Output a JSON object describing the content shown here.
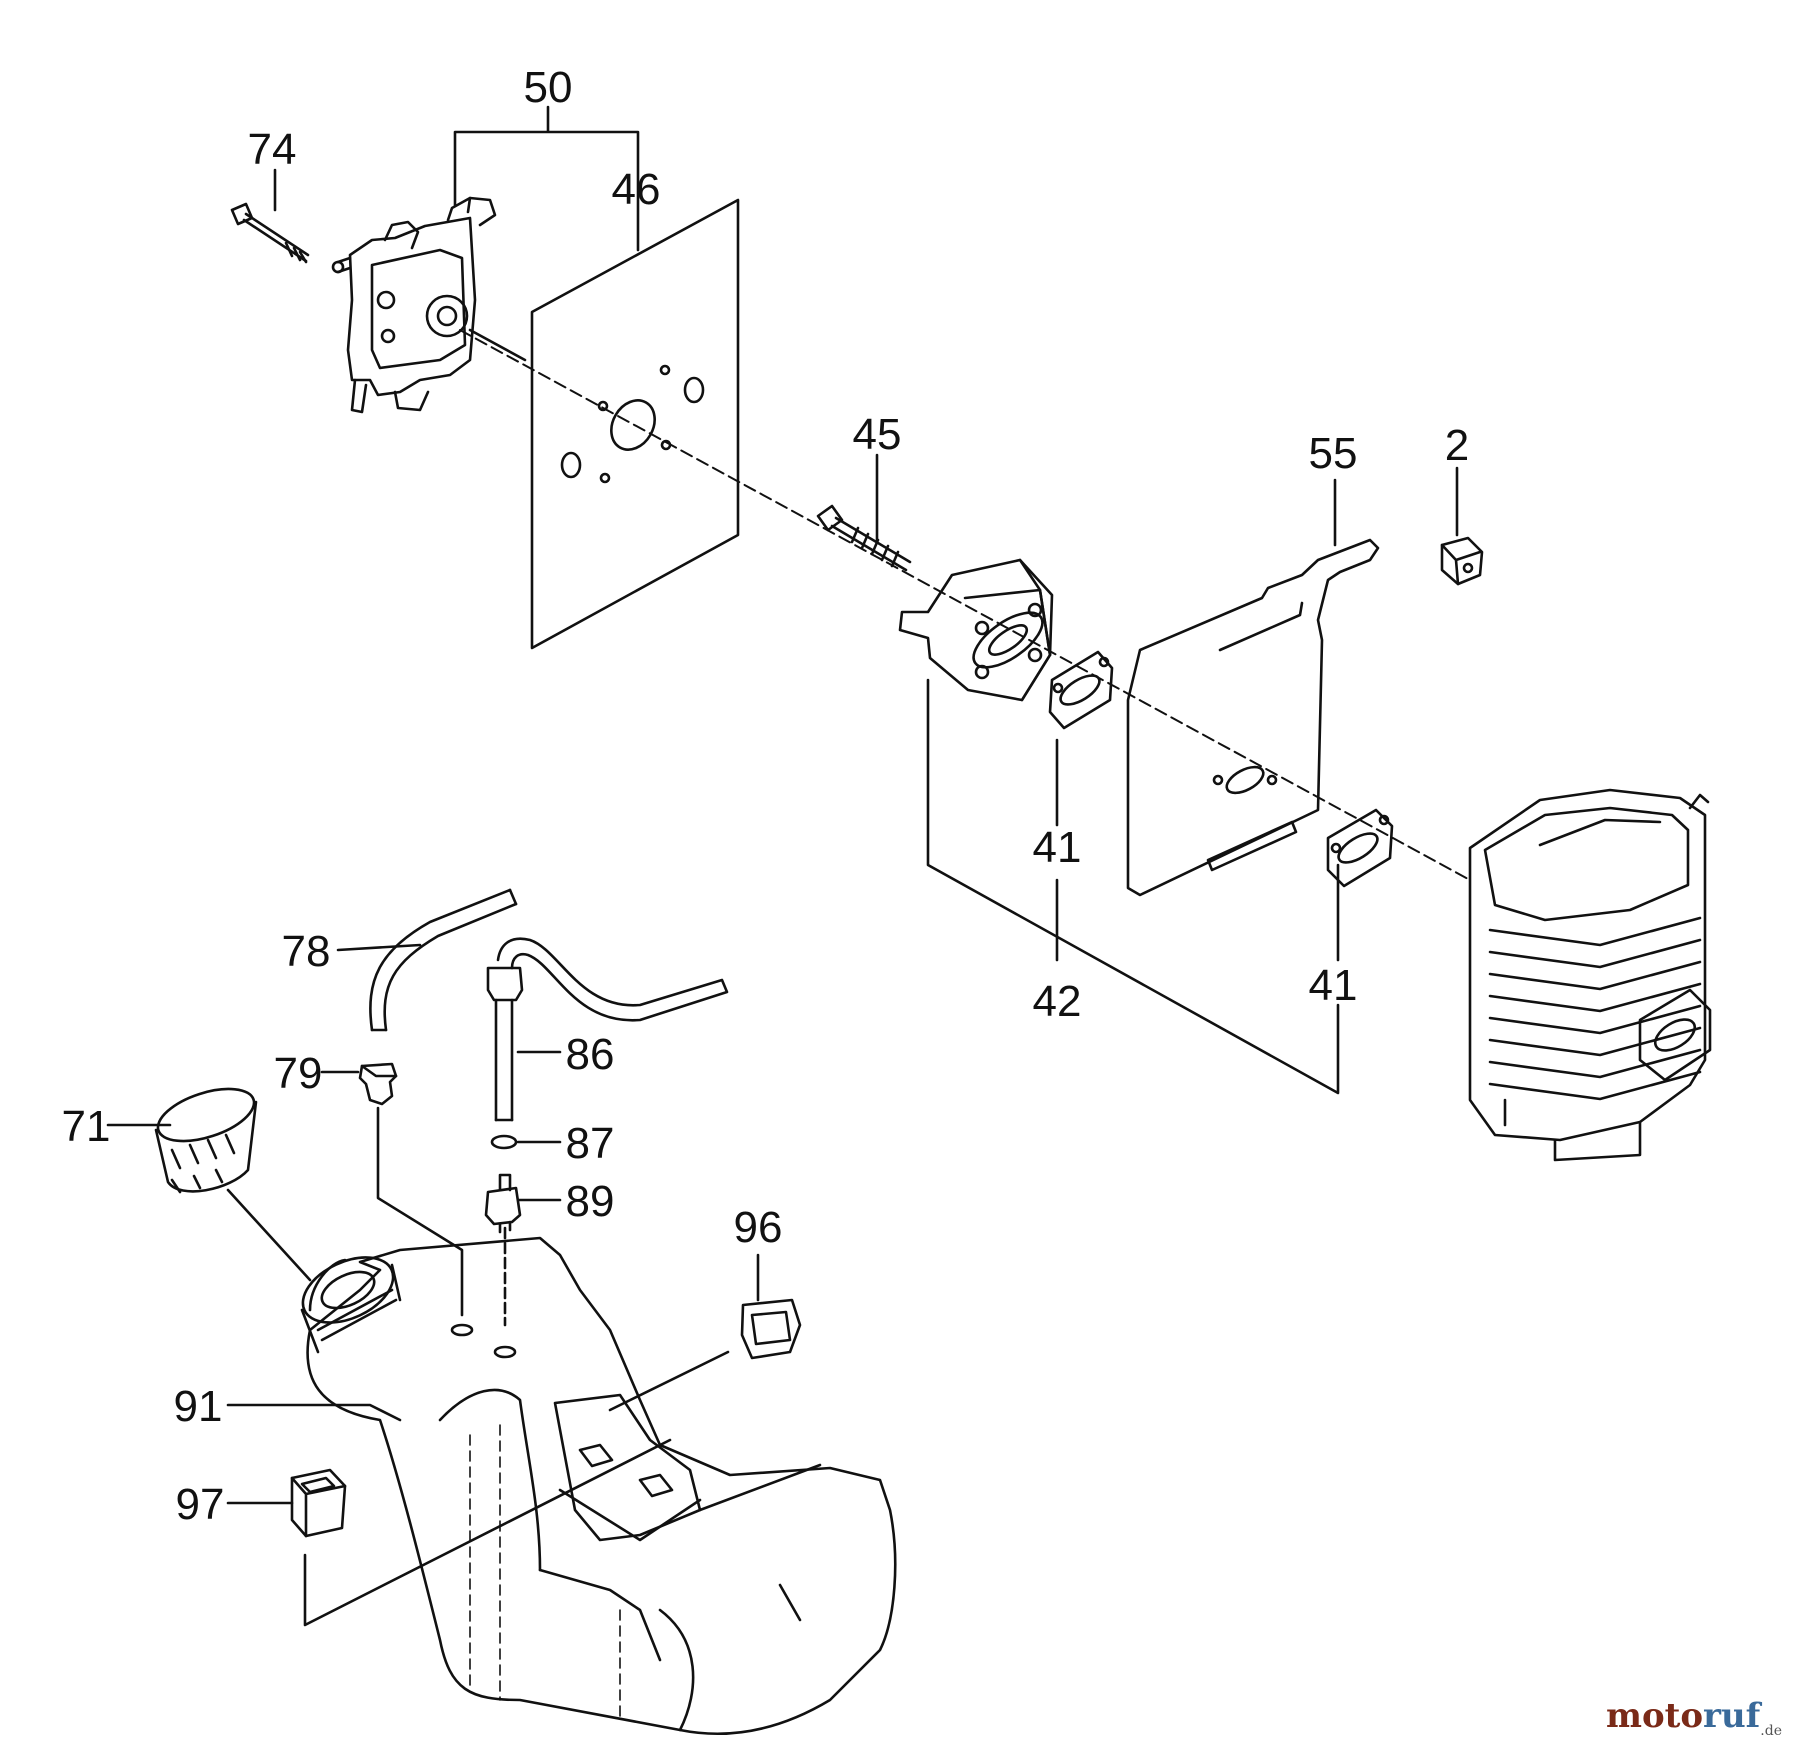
{
  "parts": [
    {
      "id": "p50",
      "number": "50"
    },
    {
      "id": "p74",
      "number": "74"
    },
    {
      "id": "p46",
      "number": "46"
    },
    {
      "id": "p45",
      "number": "45"
    },
    {
      "id": "p55",
      "number": "55"
    },
    {
      "id": "p2",
      "number": "2"
    },
    {
      "id": "p41a",
      "number": "41"
    },
    {
      "id": "p42",
      "number": "42"
    },
    {
      "id": "p41b",
      "number": "41"
    },
    {
      "id": "p78",
      "number": "78"
    },
    {
      "id": "p86",
      "number": "86"
    },
    {
      "id": "p79",
      "number": "79"
    },
    {
      "id": "p71",
      "number": "71"
    },
    {
      "id": "p87",
      "number": "87"
    },
    {
      "id": "p89",
      "number": "89"
    },
    {
      "id": "p96",
      "number": "96"
    },
    {
      "id": "p91",
      "number": "91"
    },
    {
      "id": "p97",
      "number": "97"
    }
  ],
  "watermark": {
    "part1": "moto",
    "part2": "ruf",
    "suffix": ".de"
  }
}
